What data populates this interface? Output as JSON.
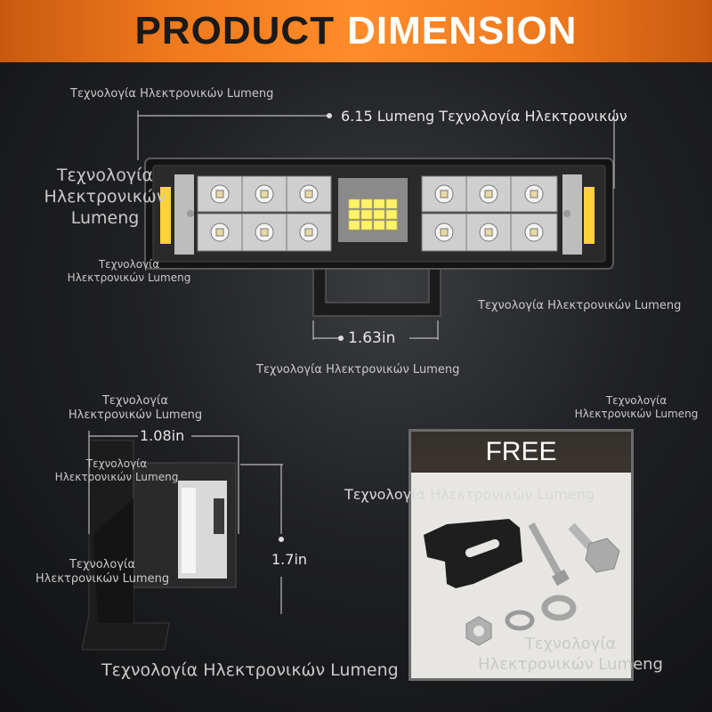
{
  "banner": {
    "word1": "PRODUCT",
    "word2": "DIMENSION"
  },
  "dimensions": {
    "length": "6.15 Lumeng Τεχνολογία Ηλεκτρονικών",
    "bracket": "1.63in",
    "depth": "1.08in",
    "height": "1.7in"
  },
  "free_box": {
    "title": "FREE"
  },
  "watermarks": {
    "w1": "Τεχνολογία Ηλεκτρονικών Lumeng",
    "w2a": "Τεχνολογία",
    "w2b": "Ηλεκτρονικών",
    "w2c": "Lumeng",
    "w3a": "Τεχνολογία",
    "w3b": "Ηλεκτρονικών Lumeng",
    "w4": "Τεχνολογία Ηλεκτρονικών Lumeng",
    "w5": "Τεχνολογία Ηλεκτρονικών Lumeng",
    "w6a": "Τεχνολογία",
    "w6b": "Ηλεκτρονικών Lumeng",
    "w7a": "Τεχνολογία",
    "w7b": "Ηλεκτρονικών Lumeng",
    "w8a": "Τεχνολογία",
    "w8b": "Ηλεκτρονικών Lumeng",
    "w9a": "Τεχνολογία",
    "w9b": "Ηλεκτρονικών Lumeng",
    "w10": "Τεχνολογία Ηλεκτρονικών Lumeng",
    "w11a": "Τεχνολογία",
    "w11b": "Ηλεκτρονικών Lumeng",
    "w12": "Τεχνολογία Ηλεκτρονικών Lumeng"
  },
  "colors": {
    "banner": "#f07a1e",
    "background": "#1f2023",
    "free_border": "#6b6b6b"
  }
}
